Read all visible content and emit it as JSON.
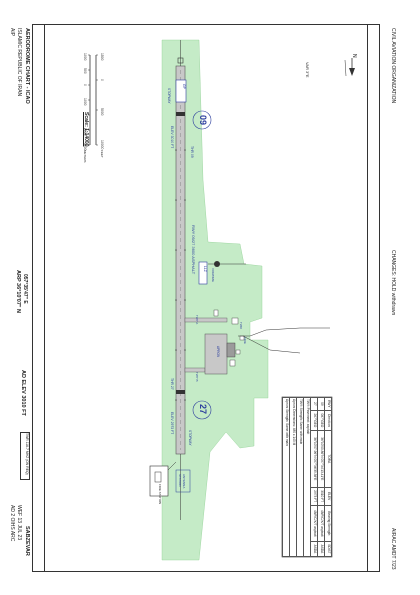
{
  "header": {
    "aip": "AIP",
    "country": "ISLAMIC REPUBLIC OF IRAN",
    "chart_title": "AERODROME CHART - ICAO",
    "ad_code": "AD 2 OIHS ARC",
    "wef": "WEF 13 JUL 23",
    "ad_name": "SABZEVAR"
  },
  "info": {
    "arp": "ARP 36°10'07\" N",
    "arp_lon": "057°35'47\" E",
    "elev": "AD ELEV 3010 FT",
    "freq": "TWR 118.7 MHZ (ON REQ)"
  },
  "footer": {
    "org": "CIVIL AVIATION ORGANIZATION",
    "changes": "CHANGES: HOLD withdrawn",
    "page": "AIRAC AMDT 7/23"
  },
  "map": {
    "var": "VAR 3°E",
    "north": "N",
    "rwy_09": "09",
    "rwy_27": "27",
    "rwy_surface": "RWY 09/27 3600 ASPHALT",
    "thr_09": "THR 09",
    "thr_27": "THR 27",
    "elev_09": "ELEV 3010 FT",
    "elev_27": "ELEV 2973 FT",
    "twy_a": "TWY A",
    "twy_b": "TWY B",
    "apron": "APRON",
    "twr": "TWR",
    "fire": "FIRE",
    "vor": "VOR/DME",
    "stop_09": "STOPWAY",
    "stop_27": "STOPWAY",
    "ils_box": "LLZ",
    "ils_box2": "GP",
    "fire_sta": "FIRE STATION",
    "antenna": "ANTENNA",
    "sta": "STATION"
  },
  "scale": {
    "label": "Scale: 1:14000",
    "m_ticks": [
      "1000",
      "500",
      "0",
      "1000",
      "2000",
      "3000"
    ],
    "m_unit": "METERS",
    "ft_ticks": [
      "1500",
      "0",
      "5000",
      "10000"
    ],
    "ft_unit": "FEET"
  },
  "table": {
    "headers": [
      "RWY",
      "Direction",
      "TORA",
      "ELEV",
      "Bearing Strength",
      "SDIST"
    ],
    "rows": [
      [
        "09",
        "087°GEO",
        "36°10'00.86\"N 057°34'13.41\"E",
        "3010 FT",
        "48/F/C/X/T asphalt",
        "ASDA"
      ],
      [
        "27",
        "267°GEO",
        "36°10'07.96\"N 057°36'35.38\"E",
        "2973 FT",
        "48/F/C/X/T asphalt",
        "ASDA"
      ]
    ],
    "notes": [
      "TWY: Pavement: asphalt",
      "TWY: Strength: Same with main",
      "Apron: Dimensions: 480 x 140 M",
      "Apron: Strength: Same with main"
    ]
  }
}
